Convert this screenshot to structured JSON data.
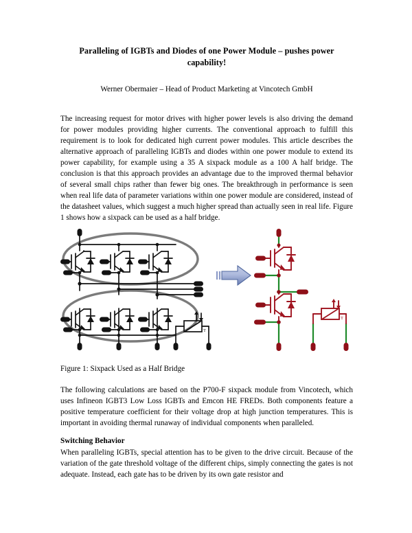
{
  "document": {
    "title": "Paralleling of IGBTs and Diodes of one Power Module – pushes power capability!",
    "author_line": "Werner Obermaier – Head of Product Marketing at Vincotech GmbH",
    "paragraph_1": "The increasing request for motor drives with higher power levels is also driving the demand for power modules providing higher currents. The conventional approach to fulfill this requirement is to look for dedicated high current power modules. This article describes the alternative approach of paralleling IGBTs and diodes within one power module to extend its power capability, for example using a 35 A sixpack module as a 100 A half bridge. The conclusion is that this approach provides an advantage due to the improved thermal behavior of several small chips rather than fewer big ones. The breakthrough in performance is seen when real life data of parameter variations within one power module are considered, instead of the datasheet values, which suggest a much higher spread than actually seen in real life. Figure 1 shows how a sixpack can be used as a half bridge.",
    "figure_caption": "Figure 1: Sixpack Used as a Half Bridge",
    "paragraph_2": "The following calculations are based on the P700-F sixpack module from Vincotech, which uses Infineon IGBT3 Low Loss IGBTs and Emcon HE FREDs. Both components feature a positive temperature coefficient for their voltage drop at high junction temperatures. This is important in avoiding thermal runaway of individual components when paralleled.",
    "section_heading": "Switching Behavior",
    "paragraph_3": "When paralleling IGBTs, special attention has to be given to the drive circuit. Because of the variation of the gate threshold voltage of the different chips, simply connecting the gates is not adequate. Instead, each gate has to be driven by its own gate resistor and"
  },
  "figure": {
    "name": "sixpack-half-bridge-schematic",
    "left_circuit": {
      "label": "sixpack-module",
      "igbt_count": 6,
      "top_row_igbts": 3,
      "bottom_row_igbts": 3,
      "diodes_antiparallel": 6,
      "grouping_ellipses": 2,
      "ac_output_lines": 3,
      "thermistor_label": "T",
      "color": "#121212"
    },
    "right_circuit": {
      "label": "half-bridge-equivalent",
      "igbt_count": 2,
      "diodes_antiparallel": 2,
      "ac_output_lines": 1,
      "thermistor_label": "T",
      "symbol_color": "#a01520",
      "wire_color": "#1f8a2a",
      "pad_color": "#8f1018"
    },
    "arrow": {
      "name": "transform-arrow",
      "fill_light": "#aebadd",
      "fill_dark": "#6c80b5",
      "stroke": "#51689f"
    },
    "ellipse_color": "#7b7b7b"
  }
}
